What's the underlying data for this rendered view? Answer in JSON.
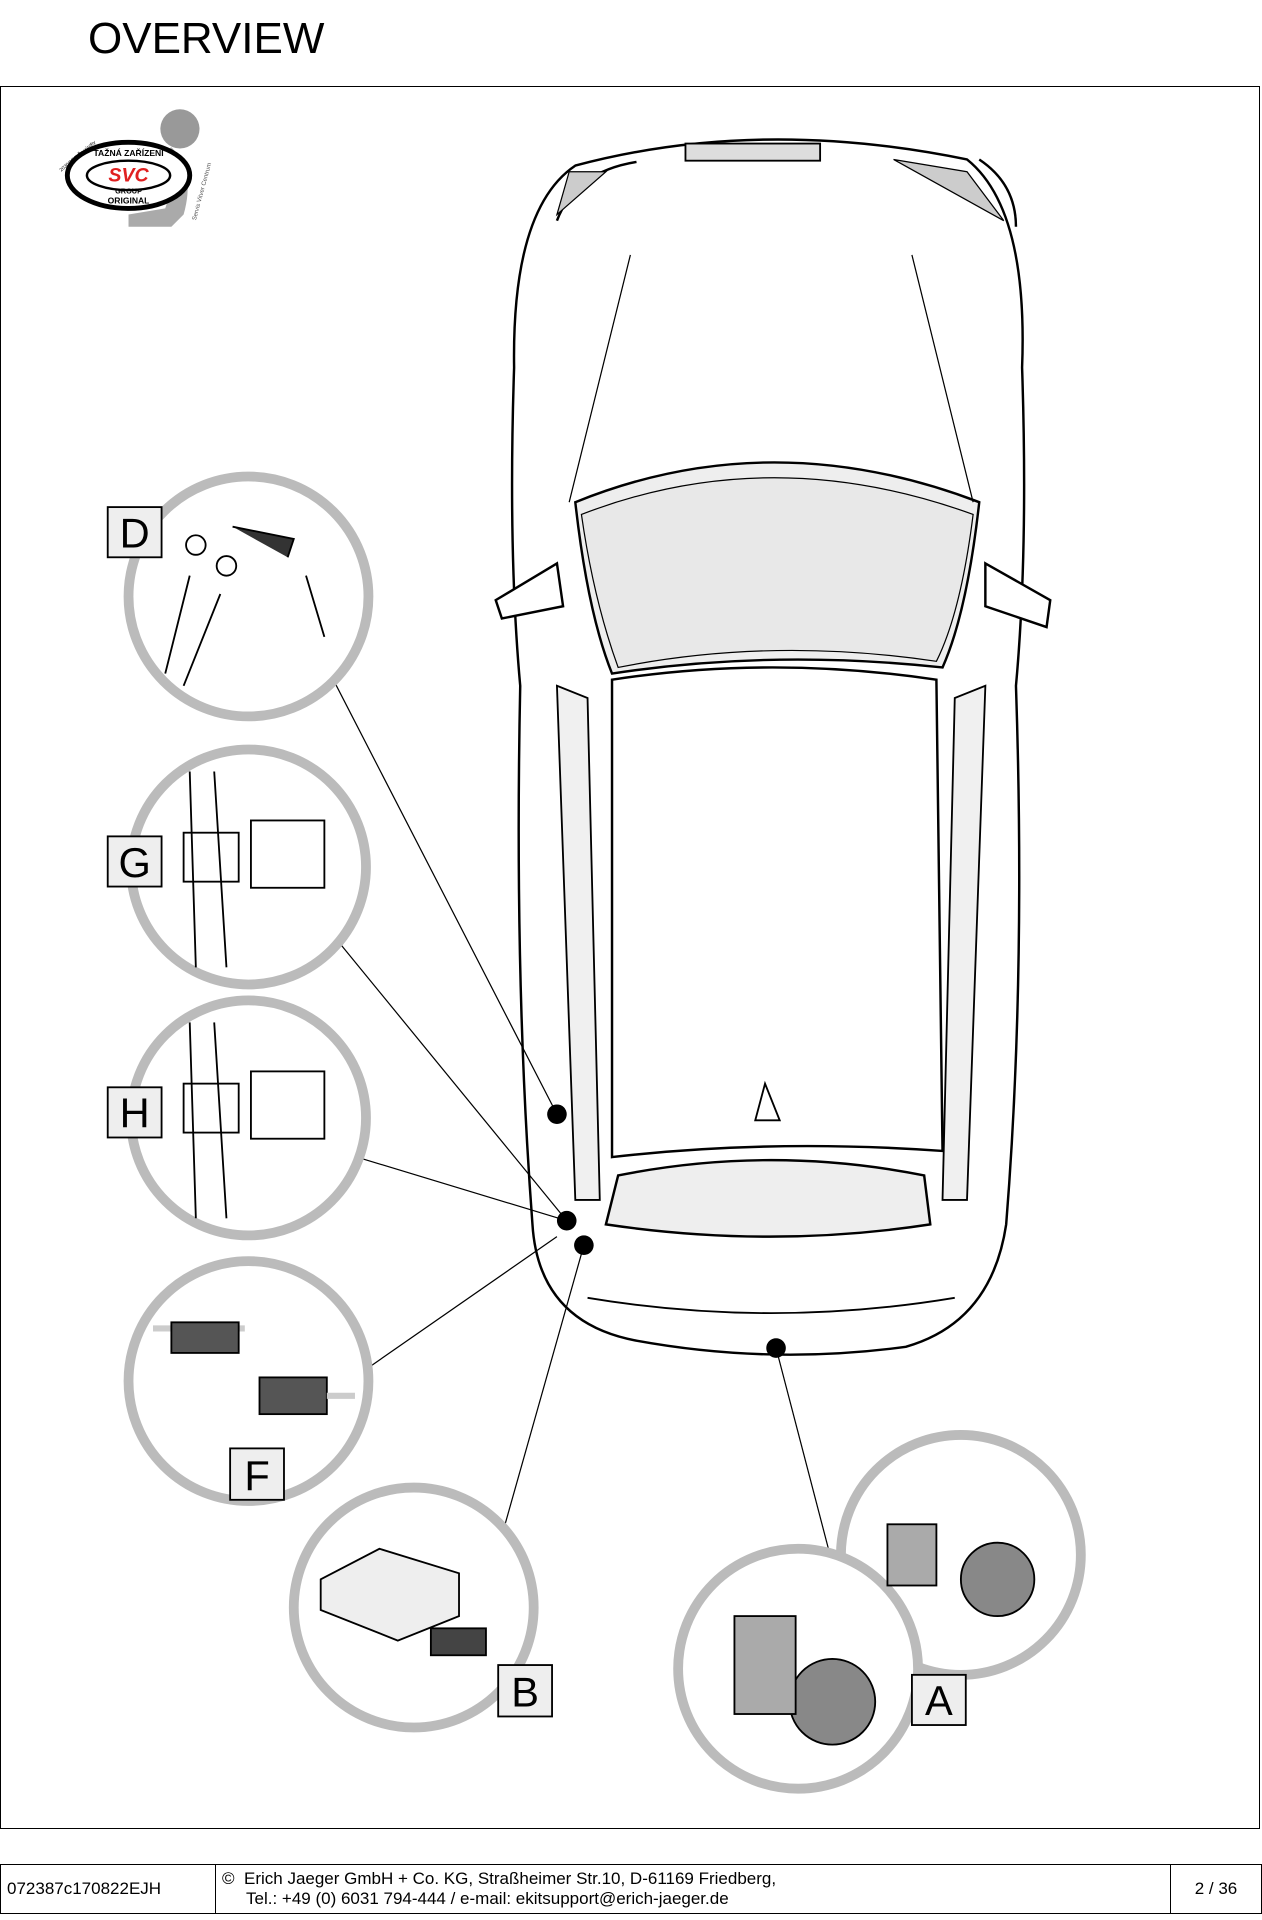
{
  "header": {
    "title": "OVERVIEW"
  },
  "logo": {
    "text": [
      "TAŽNÁ ZAŘÍZENÍ",
      "SVC",
      "GROUP",
      "ORIGINAL",
      "Servis Vitver Centrum",
      "2030/30W Čs výroby"
    ],
    "accent": "#e02020"
  },
  "callouts": {
    "D": "D",
    "G": "G",
    "H": "H",
    "F": "F",
    "B": "B",
    "A": "A"
  },
  "footer": {
    "doc_id": "072387c170822EJH",
    "copyright_symbol": "©",
    "company_line": "Erich Jaeger GmbH + Co. KG, Straßheimer Str.10, D-61169 Friedberg,",
    "contact_line": "Tel.: +49 (0) 6031 794-444 / e-mail: ekitsupport@erich-jaeger.de",
    "page": "2 / 36"
  }
}
